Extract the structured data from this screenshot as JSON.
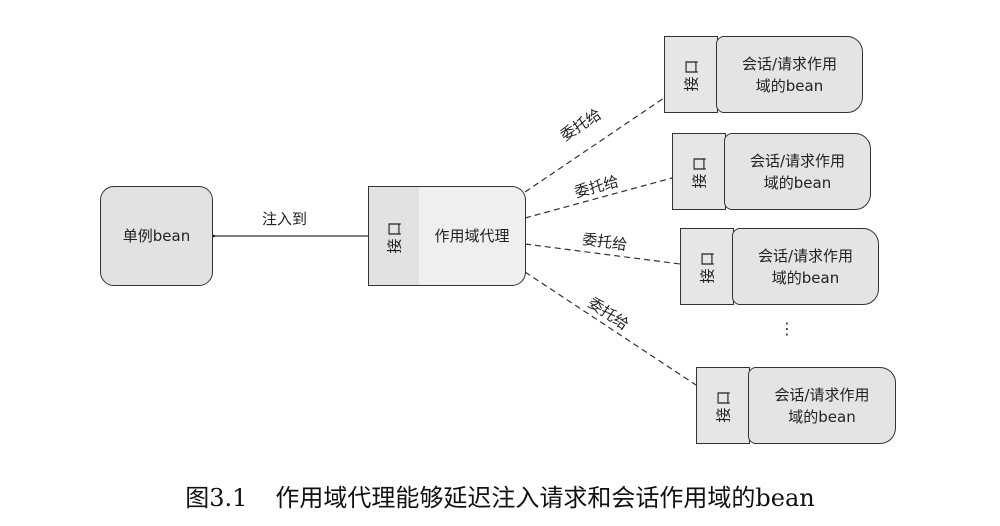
{
  "diagram": {
    "singleton": {
      "label": "单例bean"
    },
    "inject_label": "注入到",
    "proxy": {
      "interface_label": "接口",
      "label": "作用域代理"
    },
    "delegate_label": "委托给",
    "targets": [
      {
        "interface_label": "接口",
        "line1": "会话/请求作用",
        "line2": "域的bean"
      },
      {
        "interface_label": "接口",
        "line1": "会话/请求作用",
        "line2": "域的bean"
      },
      {
        "interface_label": "接口",
        "line1": "会话/请求作用",
        "line2": "域的bean"
      },
      {
        "interface_label": "接口",
        "line1": "会话/请求作用",
        "line2": "域的bean"
      }
    ],
    "ellipsis": "⋮"
  },
  "caption": {
    "number": "图3.1",
    "text": "作用域代理能够延迟注入请求和会话作用域的bean"
  },
  "colors": {
    "box_fill": "#e4e4e4",
    "proxy_fill": "#efefef",
    "stroke": "#333333"
  }
}
